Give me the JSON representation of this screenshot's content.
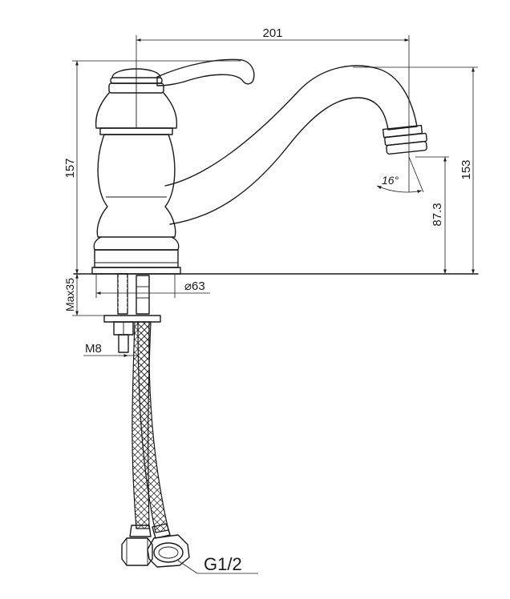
{
  "dimensions": {
    "width": "201",
    "height_left": "157",
    "height_right": "153",
    "spout_height": "87.3",
    "spout_angle": "16°",
    "base_diameter": "⌀63",
    "max_thickness": "Max35",
    "stud_thread": "M8",
    "hose_thread": "G1/2"
  },
  "colors": {
    "line": "#1a1a1a",
    "background": "#ffffff"
  }
}
